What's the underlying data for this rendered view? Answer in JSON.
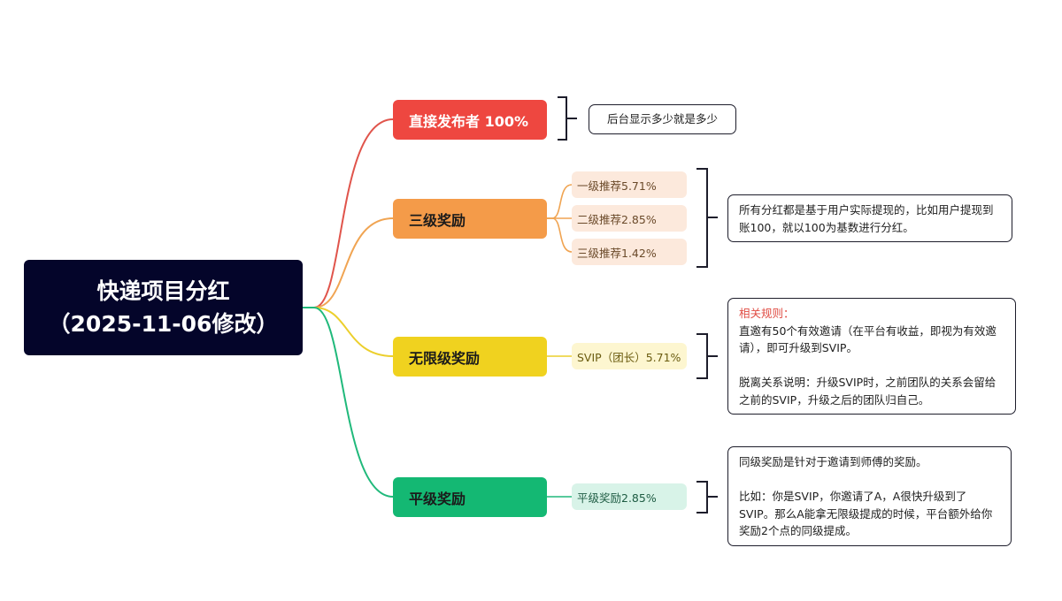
{
  "root": {
    "title": "快递项目分红",
    "subtitle": "（2025-11-06修改）"
  },
  "branches": [
    {
      "label": "直接发布者 100%",
      "color": "#ee4740",
      "leaves": [],
      "note": [
        "后台显示多少就是多少"
      ]
    },
    {
      "label": "三级奖励",
      "color": "#f49b49",
      "leaves": [
        "一级推荐5.71%",
        "二级推荐2.85%",
        "三级推荐1.42%"
      ],
      "note": [
        "所有分红都是基于用户实际提现的，比如用户提现到账100，就以100为基数进行分红。"
      ]
    },
    {
      "label": "无限级奖励",
      "color": "#f0d21f",
      "leaves": [
        "SVIP（团长）5.71%"
      ],
      "note_title": "相关规则：",
      "note": [
        "直邀有50个有效邀请（在平台有收益，即视为有效邀请），即可升级到SVIP。",
        "脱离关系说明：升级SVIP时，之前团队的关系会留给之前的SVIP，升级之后的团队归自己。"
      ]
    },
    {
      "label": "平级奖励",
      "color": "#14b873",
      "leaves": [
        "平级奖励2.85%"
      ],
      "note": [
        "同级奖励是针对于邀请到师傅的奖励。",
        "比如：你是SVIP，你邀请了A，A很快升级到了SVIP。那么A能拿无限级提成的时候，平台额外给你奖励2个点的同级提成。"
      ]
    }
  ]
}
